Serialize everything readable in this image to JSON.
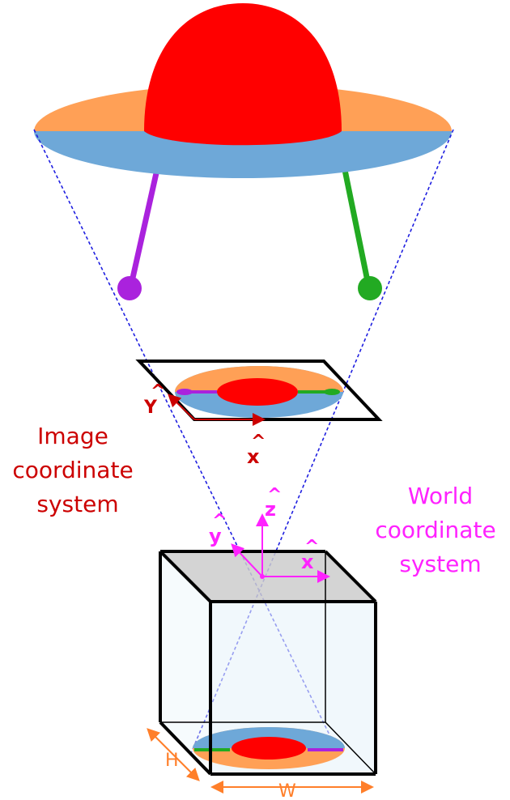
{
  "labels": {
    "image_system": [
      "Image",
      "coordinate",
      "system"
    ],
    "world_system": [
      "World",
      "coordinate",
      "system"
    ],
    "image_axes": {
      "x": "x",
      "y": "Y"
    },
    "world_axes": {
      "x": "x",
      "y": "y",
      "z": "z"
    },
    "dims": {
      "width": "W",
      "height": "H"
    }
  },
  "colors": {
    "dome": "#ff0000",
    "brim_top": "#ffa056",
    "brim_bottom": "#6ea8d8",
    "left_leg": "#aa22dd",
    "right_leg": "#22aa22",
    "image_axis": "#cc0000",
    "world_axis": "#ff22ff",
    "dimension": "#ff7f2a",
    "projection_lines": "#1f1fe0",
    "box_top": "#cccccc",
    "box_side": "#e8f4fa"
  }
}
